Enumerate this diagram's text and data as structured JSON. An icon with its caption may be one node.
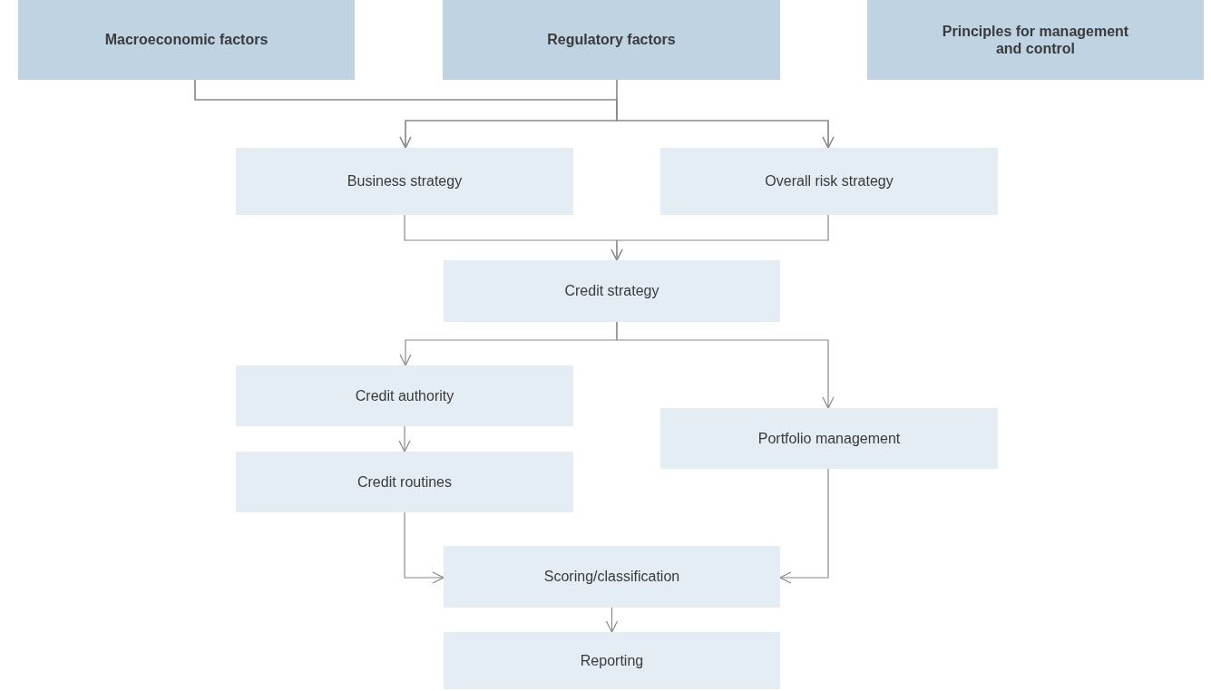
{
  "diagram": {
    "nodes": [
      {
        "text": [
          "Macroeconomic factors"
        ]
      },
      {
        "text": [
          "Regulatory factors"
        ]
      },
      {
        "text": [
          "Principles for management and control"
        ]
      },
      {
        "text": [
          "Business strategy"
        ]
      },
      {
        "text": [
          "Overall risk strategy"
        ]
      },
      {
        "text": [
          "Credit strategy"
        ]
      },
      {
        "text": [
          "Credit authority"
        ]
      },
      {
        "text": [
          "Portfolio management"
        ]
      },
      {
        "text": [
          "Credit routines"
        ]
      },
      {
        "text": [
          "Scoring/classification"
        ]
      },
      {
        "text": [
          "Reporting"
        ]
      }
    ],
    "edges": [
      {
        "from": 0,
        "to": 3,
        "arrow": "to"
      },
      {
        "from": 0,
        "to": 4,
        "arrow": "to"
      },
      {
        "from": 1,
        "to": 3,
        "arrow": "to"
      },
      {
        "from": 1,
        "to": 4,
        "arrow": "to"
      },
      {
        "from": 3,
        "to": 5,
        "arrow": "to"
      },
      {
        "from": 4,
        "to": 5,
        "arrow": "to"
      },
      {
        "from": 5,
        "to": 6,
        "arrow": "to"
      },
      {
        "from": 5,
        "to": 7,
        "arrow": "to"
      },
      {
        "from": 6,
        "to": 8,
        "arrow": "to"
      },
      {
        "from": 8,
        "to": 9,
        "arrow": "to"
      },
      {
        "from": 7,
        "to": 9,
        "arrow": "to"
      },
      {
        "from": 9,
        "to": 10,
        "arrow": "to"
      }
    ]
  }
}
